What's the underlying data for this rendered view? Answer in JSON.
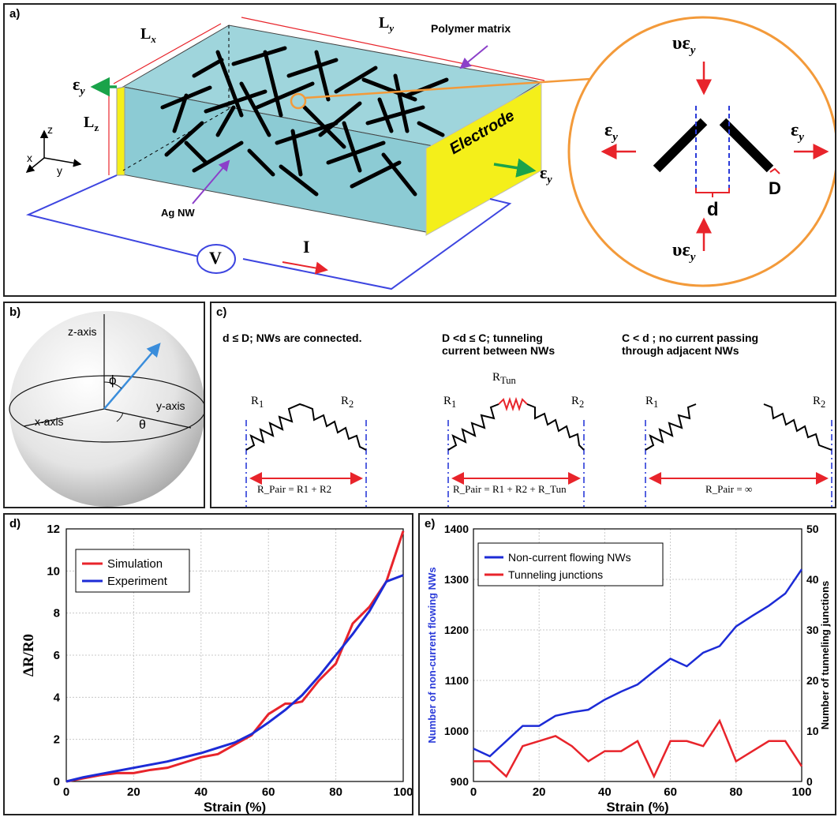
{
  "panel_a": {
    "label": "a)",
    "Lx_main": "L",
    "Lx_sub": "x",
    "Ly_main": "L",
    "Ly_sub": "y",
    "Lz_main": "L",
    "Lz_sub": "z",
    "polymer_label": "Polymer matrix",
    "agnw_label": "Ag NW",
    "electrode_label": "Electrode",
    "eps_main": "ε",
    "eps_sub": "y",
    "voltage_label": "V",
    "current_label": "I",
    "axis_z": "z",
    "axis_y": "y",
    "axis_x": "x",
    "inset_v": "υε",
    "inset_d": "d",
    "inset_D": "D"
  },
  "panel_b": {
    "label": "b)",
    "z_axis": "z-axis",
    "x_axis": "x-axis",
    "y_axis": "y-axis",
    "phi": "ϕ",
    "theta": "θ"
  },
  "panel_c": {
    "label": "c)",
    "case1_line1": "d ≤ D; NWs are connected.",
    "case2_line1": "D <d ≤ C; tunneling",
    "case2_line2": "current between NWs",
    "case3_line1": "C < d ; no current passing",
    "case3_line2": "through adjacent NWs",
    "r1": "R",
    "r1_sub": "1",
    "r2": "R",
    "r2_sub": "2",
    "rtun": "R",
    "rtun_sub": "Tun",
    "eq1": "R_Pair = R1 + R2",
    "eq2": "R_Pair = R1 + R2 + R_Tun",
    "eq3": "R_Pair = ∞"
  },
  "panel_d": {
    "label": "d)"
  },
  "panel_e": {
    "label": "e)"
  },
  "chart_data": [
    {
      "type": "line",
      "xlabel": "Strain (%)",
      "ylabel": "ΔR/R0",
      "xlim": [
        0,
        100
      ],
      "ylim": [
        0,
        12
      ],
      "xticks": [
        0,
        20,
        40,
        60,
        80,
        100
      ],
      "yticks": [
        0,
        2,
        4,
        6,
        8,
        10,
        12
      ],
      "grid": true,
      "legend_position": "top-left",
      "series": [
        {
          "name": "Simulation",
          "color": "#e8242b",
          "x": [
            0,
            5,
            10,
            15,
            20,
            25,
            30,
            35,
            40,
            45,
            50,
            55,
            60,
            65,
            67,
            70,
            75,
            80,
            85,
            90,
            95,
            100
          ],
          "y": [
            0,
            0.15,
            0.3,
            0.4,
            0.4,
            0.55,
            0.65,
            0.9,
            1.15,
            1.3,
            1.75,
            2.2,
            3.2,
            3.7,
            3.7,
            3.8,
            4.8,
            5.6,
            7.5,
            8.3,
            9.5,
            11.9
          ]
        },
        {
          "name": "Experiment",
          "color": "#1c2bd6",
          "x": [
            0,
            5,
            10,
            15,
            20,
            25,
            30,
            35,
            40,
            45,
            50,
            55,
            60,
            65,
            70,
            75,
            80,
            85,
            90,
            95,
            100
          ],
          "y": [
            0,
            0.2,
            0.35,
            0.5,
            0.65,
            0.8,
            0.95,
            1.15,
            1.35,
            1.6,
            1.85,
            2.25,
            2.8,
            3.4,
            4.1,
            5.0,
            6.0,
            7.0,
            8.1,
            9.5,
            9.8
          ]
        }
      ]
    },
    {
      "type": "line",
      "xlabel": "Strain (%)",
      "ylabel_left": "Number of non-current flowing NWs",
      "ylabel_right": "Number of tunneling junctions",
      "xlim": [
        0,
        100
      ],
      "ylim_left": [
        900,
        1400
      ],
      "ylim_right": [
        0,
        50
      ],
      "xticks": [
        0,
        20,
        40,
        60,
        80,
        100
      ],
      "yticks_left": [
        900,
        1000,
        1100,
        1200,
        1300,
        1400
      ],
      "yticks_right": [
        0,
        10,
        20,
        30,
        40,
        50
      ],
      "grid": true,
      "legend_position": "top-left",
      "series": [
        {
          "name": "Non-current flowing NWs",
          "color": "#1c2bd6",
          "axis": "left",
          "x": [
            0,
            5,
            10,
            15,
            20,
            25,
            30,
            35,
            40,
            45,
            50,
            55,
            60,
            65,
            70,
            75,
            80,
            85,
            90,
            95,
            100
          ],
          "y": [
            965,
            950,
            980,
            1010,
            1010,
            1030,
            1037,
            1042,
            1062,
            1078,
            1092,
            1118,
            1143,
            1128,
            1155,
            1168,
            1207,
            1228,
            1248,
            1272,
            1320
          ]
        },
        {
          "name": "Tunneling junctions",
          "color": "#e8242b",
          "axis": "right",
          "x": [
            0,
            5,
            10,
            15,
            20,
            25,
            30,
            35,
            40,
            45,
            50,
            55,
            60,
            65,
            70,
            75,
            80,
            85,
            90,
            95,
            100
          ],
          "y": [
            4,
            4,
            1,
            7,
            8,
            9,
            7,
            4,
            6,
            6,
            8,
            1,
            8,
            8,
            7,
            12,
            4,
            6,
            8,
            8,
            3
          ]
        }
      ]
    }
  ]
}
